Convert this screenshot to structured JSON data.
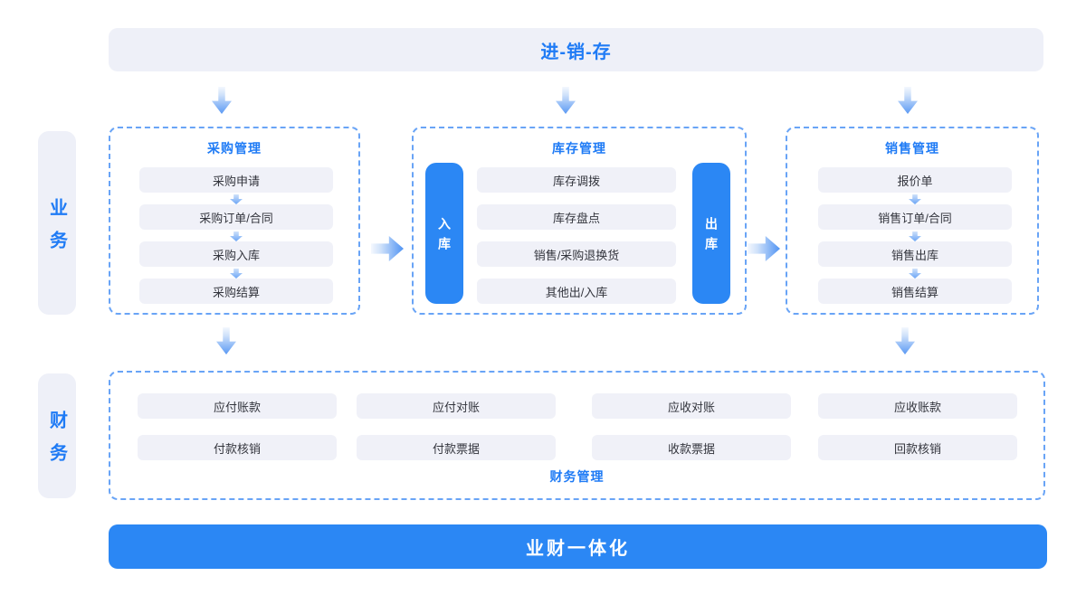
{
  "colors": {
    "accent": "#2b87f4",
    "title_blue": "#1f7bf5",
    "light_bg": "#eef0f8",
    "item_bg": "#f0f1f8",
    "dashed_border": "#69a4f6",
    "dark_text": "#33353d"
  },
  "icons": {
    "flow_down": "↓",
    "flow_right": "→"
  },
  "top_banner": {
    "label": "进-销-存"
  },
  "side_labels": {
    "business": "业务",
    "finance": "财务"
  },
  "business": {
    "purchase": {
      "title": "采购管理",
      "items": [
        "采购申请",
        "采购订单/合同",
        "采购入库",
        "采购结算"
      ]
    },
    "inventory": {
      "title": "库存管理",
      "inbound": "入库",
      "outbound": "出库",
      "items": [
        "库存调拨",
        "库存盘点",
        "销售/采购退换货",
        "其他出/入库"
      ]
    },
    "sales": {
      "title": "销售管理",
      "items": [
        "报价单",
        "销售订单/合同",
        "销售出库",
        "销售结算"
      ]
    }
  },
  "finance": {
    "title": "财务管理",
    "row1": [
      "应付账款",
      "应付对账",
      "应收对账",
      "应收账款"
    ],
    "row2": [
      "付款核销",
      "付款票据",
      "收款票据",
      "回款核销"
    ]
  },
  "bottom_banner": {
    "label": "业财一体化"
  }
}
